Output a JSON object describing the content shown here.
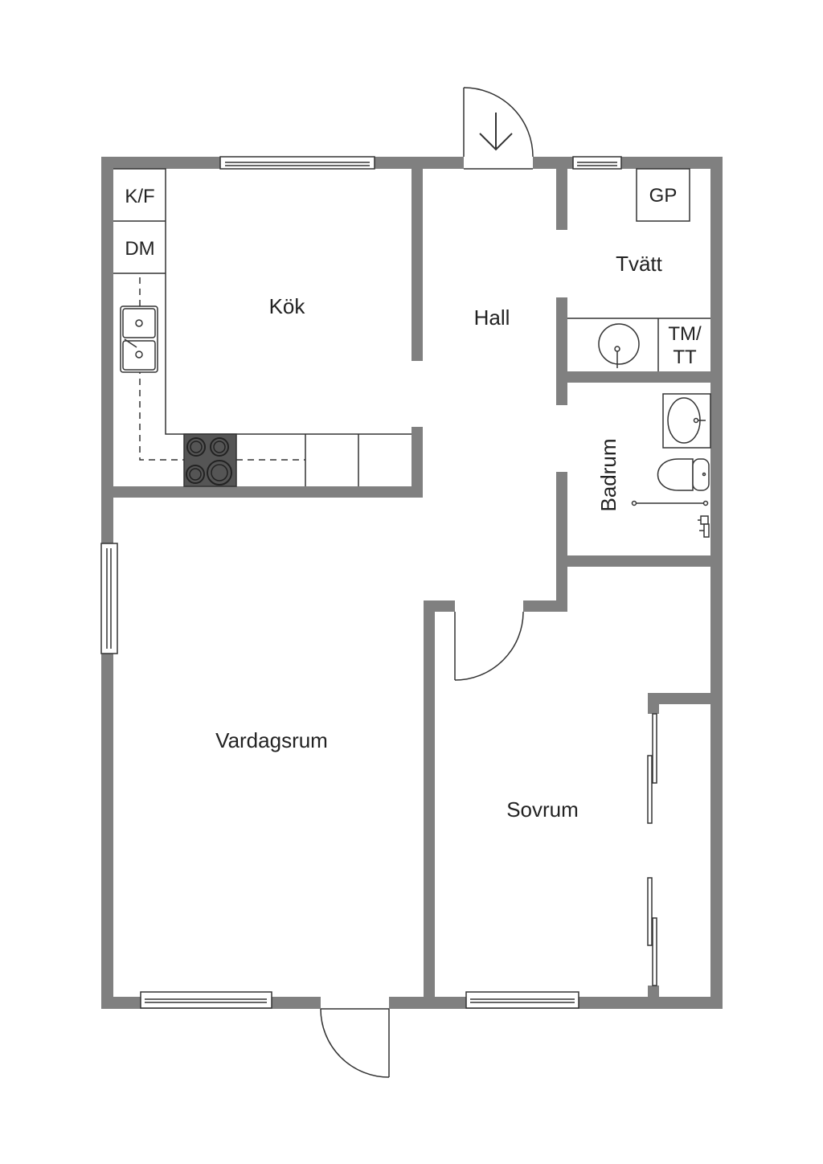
{
  "rooms": {
    "kok": "Kök",
    "hall": "Hall",
    "tvatt": "Tvätt",
    "badrum": "Badrum",
    "vardagsrum": "Vardagsrum",
    "sovrum": "Sovrum"
  },
  "fixtures": {
    "fridge_freezer": "K/F",
    "dishwasher": "DM",
    "drying_cabinet": "GP",
    "washer_dryer_line1": "TM/",
    "washer_dryer_line2": "TT"
  },
  "icons": {
    "entrance": "entrance-arrow-icon",
    "sink": "double-sink-icon",
    "stove": "stove-icon",
    "wash_basin": "wash-basin-icon",
    "toilet": "toilet-icon",
    "shower": "shower-icon"
  },
  "colors": {
    "wall": "#808080",
    "line": "#333333",
    "stove": "#555555"
  }
}
